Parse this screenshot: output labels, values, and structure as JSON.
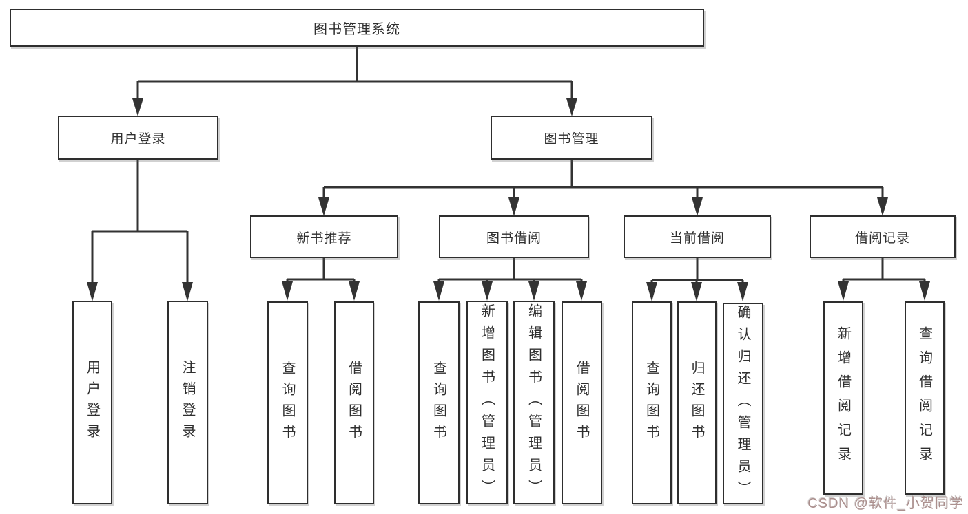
{
  "diagram_title": "图书管理系统",
  "nodes": {
    "root": "图书管理系统",
    "level1": [
      {
        "label": "用户登录"
      },
      {
        "label": "图书管理"
      }
    ],
    "level2": [
      {
        "label": "新书推荐",
        "parent": "图书管理"
      },
      {
        "label": "图书借阅",
        "parent": "图书管理"
      },
      {
        "label": "当前借阅",
        "parent": "图书管理"
      },
      {
        "label": "借阅记录",
        "parent": "图书管理"
      }
    ],
    "leaves": [
      {
        "label": "用户登录",
        "parent": "用户登录"
      },
      {
        "label": "注销登录",
        "parent": "用户登录"
      },
      {
        "label": "查询图书",
        "parent": "新书推荐"
      },
      {
        "label": "借阅图书",
        "parent": "新书推荐"
      },
      {
        "label": "查询图书",
        "parent": "图书借阅"
      },
      {
        "label": "新增图书（管理员）",
        "parent": "图书借阅"
      },
      {
        "label": "编辑图书（管理员）",
        "parent": "图书借阅"
      },
      {
        "label": "借阅图书",
        "parent": "图书借阅"
      },
      {
        "label": "查询图书",
        "parent": "当前借阅"
      },
      {
        "label": "归还图书",
        "parent": "当前借阅"
      },
      {
        "label": "确认归还（管理员）",
        "parent": "当前借阅"
      },
      {
        "label": "新增借阅记录",
        "parent": "借阅记录"
      },
      {
        "label": "查询借阅记录",
        "parent": "借阅记录"
      }
    ]
  },
  "watermark": {
    "text": "CSDN @软件_小贺同学"
  },
  "colors": {
    "background": "#ffffff",
    "line": "#333333",
    "box_border": "#2e2e2e",
    "text": "#2f2f2f",
    "watermark": "#a88a88"
  }
}
